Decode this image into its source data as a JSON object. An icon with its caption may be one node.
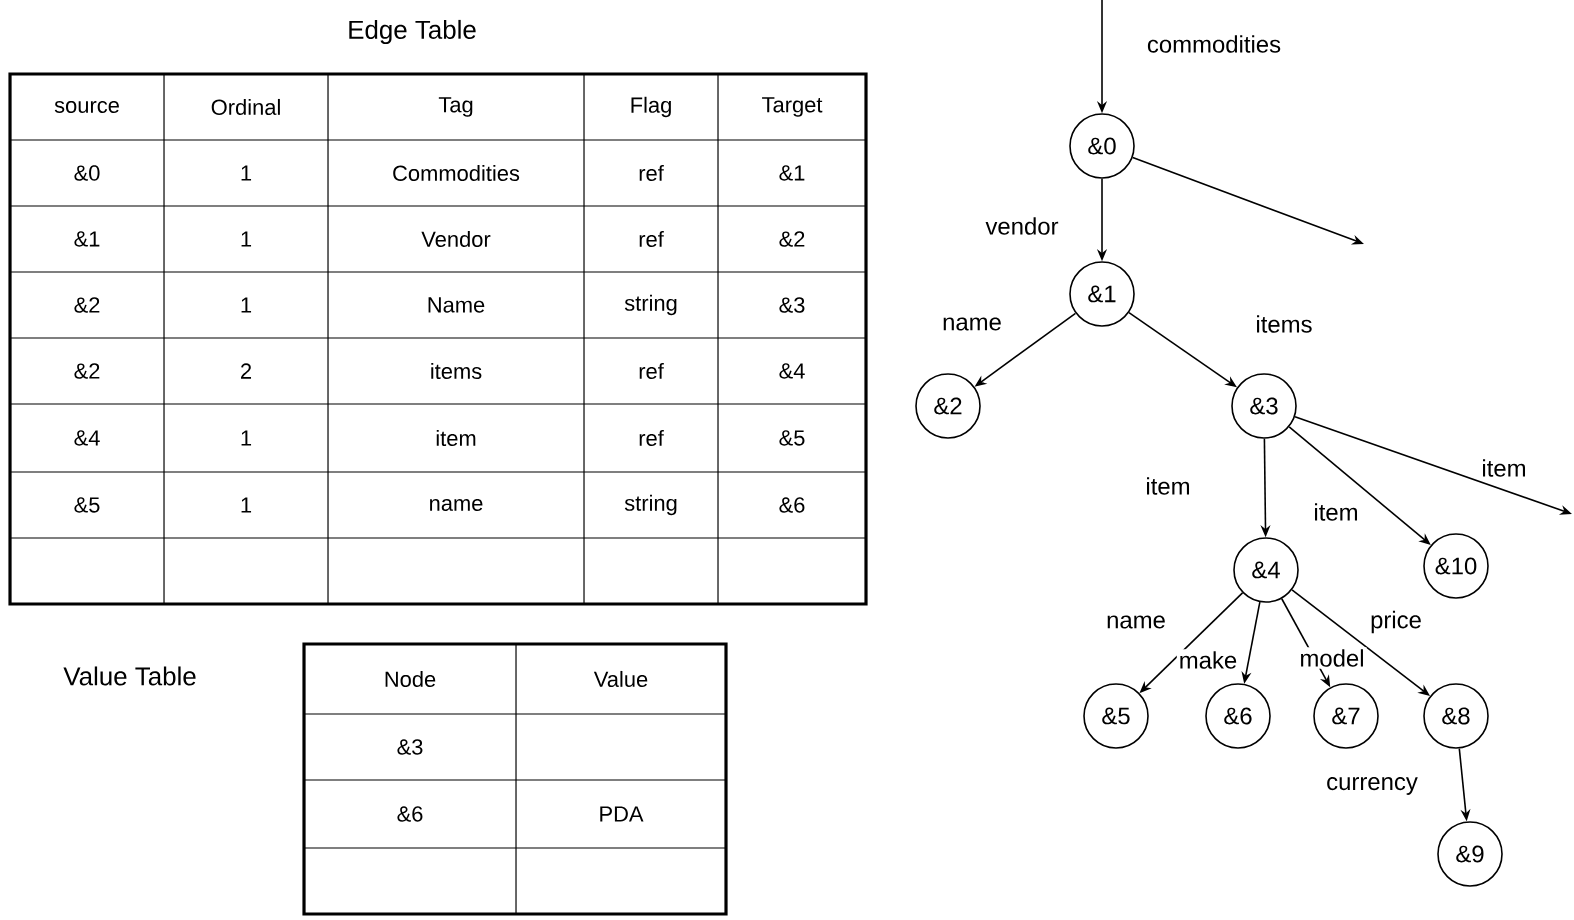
{
  "diagram": {
    "nodes": [
      {
        "text": [
          "&0"
        ]
      },
      {
        "text": [
          "&1"
        ]
      },
      {
        "text": [
          "&2"
        ]
      },
      {
        "text": [
          "&3"
        ]
      },
      {
        "text": [
          "&4"
        ]
      },
      {
        "text": [
          "&5"
        ]
      },
      {
        "text": [
          "&6"
        ]
      },
      {
        "text": [
          "&7"
        ]
      },
      {
        "text": [
          "&8"
        ]
      },
      {
        "text": [
          "&9"
        ]
      },
      {
        "text": [
          "&10"
        ]
      }
    ],
    "edges": [
      {
        "from": null,
        "to": 0,
        "arrow": "to",
        "label": "commodities"
      },
      {
        "from": 0,
        "to": null,
        "arrow": "to"
      },
      {
        "from": 0,
        "to": 1,
        "arrow": "to",
        "label": "vendor"
      },
      {
        "from": 1,
        "to": 2,
        "arrow": "to",
        "label": "name"
      },
      {
        "from": 1,
        "to": 3,
        "arrow": "to",
        "label": "items"
      },
      {
        "from": 3,
        "to": 4,
        "arrow": "to",
        "label": "item"
      },
      {
        "from": 3,
        "to": 10,
        "arrow": "to",
        "label": "item"
      },
      {
        "from": 3,
        "to": null,
        "arrow": "to",
        "label": "item"
      },
      {
        "from": 4,
        "to": 5,
        "arrow": "to",
        "label": "name"
      },
      {
        "from": 4,
        "to": 6,
        "arrow": "to",
        "label": "make"
      },
      {
        "from": 4,
        "to": 7,
        "arrow": "to",
        "label": "model"
      },
      {
        "from": 4,
        "to": 8,
        "arrow": "to",
        "label": "price"
      },
      {
        "from": 8,
        "to": 9,
        "arrow": "to",
        "label": "currency"
      }
    ],
    "labels": [
      "Edge Table",
      "source",
      "Ordinal",
      "Tag",
      "Flag",
      "Target",
      "&0",
      "1",
      "Commodities",
      "ref",
      "&1",
      "&1",
      "1",
      "Vendor",
      "ref",
      "&2",
      "&2",
      "1",
      "Name",
      "string",
      "&3",
      "&2",
      "2",
      "items",
      "ref",
      "&4",
      "&4",
      "1",
      "item",
      "ref",
      "&5",
      "&5",
      "1",
      "name",
      "string",
      "&6",
      "Value Table",
      "Node",
      "Value",
      "&3",
      "&6",
      "PDA"
    ]
  }
}
